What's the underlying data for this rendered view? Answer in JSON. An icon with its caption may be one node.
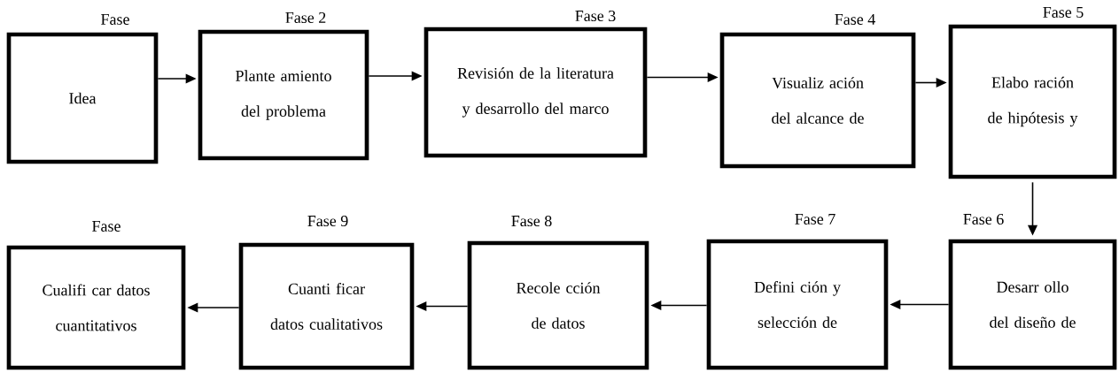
{
  "diagram": {
    "nodes": [
      {
        "text": [
          "Fase",
          "Idea"
        ]
      },
      {
        "text": [
          "Fase 2",
          "Plante amiento del problema"
        ]
      },
      {
        "text": [
          "Fase 3",
          "Revisión de la literatura y desarrollo del marco"
        ]
      },
      {
        "text": [
          "Fase 4",
          "Visualiz ación del alcance de"
        ]
      },
      {
        "text": [
          "Fase 5",
          "Elabo ración de hipótesis y"
        ]
      },
      {
        "text": [
          "Fase 6",
          "Desarr ollo del diseño de"
        ]
      },
      {
        "text": [
          "Fase 7",
          "Defini ción y selección de"
        ]
      },
      {
        "text": [
          "Fase 8",
          "Recole cción de datos"
        ]
      },
      {
        "text": [
          "Fase 9",
          "Cuanti ficar datos cualitativos"
        ]
      },
      {
        "text": [
          "Fase",
          "Cualifi car datos cuantitativos"
        ]
      }
    ],
    "edges": [
      {
        "from": 0,
        "to": 1,
        "arrow": "to"
      },
      {
        "from": 1,
        "to": 2,
        "arrow": "to"
      },
      {
        "from": 2,
        "to": 3,
        "arrow": "to"
      },
      {
        "from": 3,
        "to": 4,
        "arrow": "to"
      },
      {
        "from": 4,
        "to": 5,
        "arrow": "to"
      },
      {
        "from": 5,
        "to": 6,
        "arrow": "to"
      },
      {
        "from": 6,
        "to": 7,
        "arrow": "to"
      },
      {
        "from": 7,
        "to": 8,
        "arrow": "to"
      },
      {
        "from": 8,
        "to": 9,
        "arrow": "to"
      }
    ]
  }
}
